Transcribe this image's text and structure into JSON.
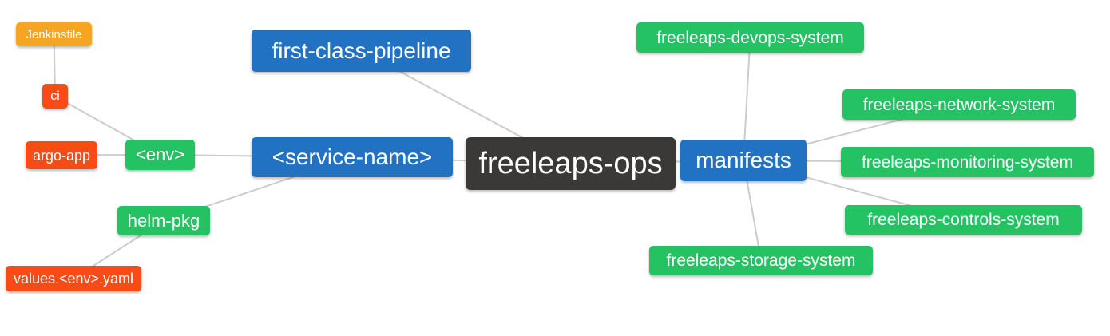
{
  "diagram": {
    "type": "mindmap",
    "background": "#ffffff",
    "connector_color": "#cccccc",
    "palette": {
      "root_node": "#3b3838",
      "branch_node": "#2272c3",
      "green_node": "#24c263",
      "orange_node": "#f6a523",
      "red_node": "#fa4a16",
      "node_text": "#ffffff"
    },
    "nodes": [
      {
        "id": "freeleaps-ops",
        "label": "freeleaps-ops",
        "role": "root"
      },
      {
        "id": "first-class-pipeline",
        "label": "first-class-pipeline",
        "role": "branch"
      },
      {
        "id": "service-name",
        "label": "<service-name>",
        "role": "branch"
      },
      {
        "id": "manifests",
        "label": "manifests",
        "role": "branch"
      },
      {
        "id": "env",
        "label": "<env>",
        "role": "green-leaf"
      },
      {
        "id": "helm-pkg",
        "label": "helm-pkg",
        "role": "green-leaf"
      },
      {
        "id": "jenkinsfile",
        "label": "Jenkinsfile",
        "role": "orange-leaf"
      },
      {
        "id": "ci",
        "label": "ci",
        "role": "red-leaf"
      },
      {
        "id": "argo-app",
        "label": "argo-app",
        "role": "red-leaf"
      },
      {
        "id": "values-env-yaml",
        "label": "values.<env>.yaml",
        "role": "red-leaf"
      },
      {
        "id": "freeleaps-devops-system",
        "label": "freeleaps-devops-system",
        "role": "green-leaf"
      },
      {
        "id": "freeleaps-network-system",
        "label": "freeleaps-network-system",
        "role": "green-leaf"
      },
      {
        "id": "freeleaps-monitoring-system",
        "label": "freeleaps-monitoring-system",
        "role": "green-leaf"
      },
      {
        "id": "freeleaps-controls-system",
        "label": "freeleaps-controls-system",
        "role": "green-leaf"
      },
      {
        "id": "freeleaps-storage-system",
        "label": "freeleaps-storage-system",
        "role": "green-leaf"
      }
    ],
    "edges": [
      [
        "jenkinsfile",
        "ci"
      ],
      [
        "ci",
        "env"
      ],
      [
        "argo-app",
        "env"
      ],
      [
        "env",
        "service-name"
      ],
      [
        "helm-pkg",
        "service-name"
      ],
      [
        "values-env-yaml",
        "helm-pkg"
      ],
      [
        "first-class-pipeline",
        "freeleaps-ops"
      ],
      [
        "service-name",
        "freeleaps-ops"
      ],
      [
        "freeleaps-ops",
        "manifests"
      ],
      [
        "manifests",
        "freeleaps-devops-system"
      ],
      [
        "manifests",
        "freeleaps-network-system"
      ],
      [
        "manifests",
        "freeleaps-monitoring-system"
      ],
      [
        "manifests",
        "freeleaps-controls-system"
      ],
      [
        "manifests",
        "freeleaps-storage-system"
      ]
    ]
  }
}
